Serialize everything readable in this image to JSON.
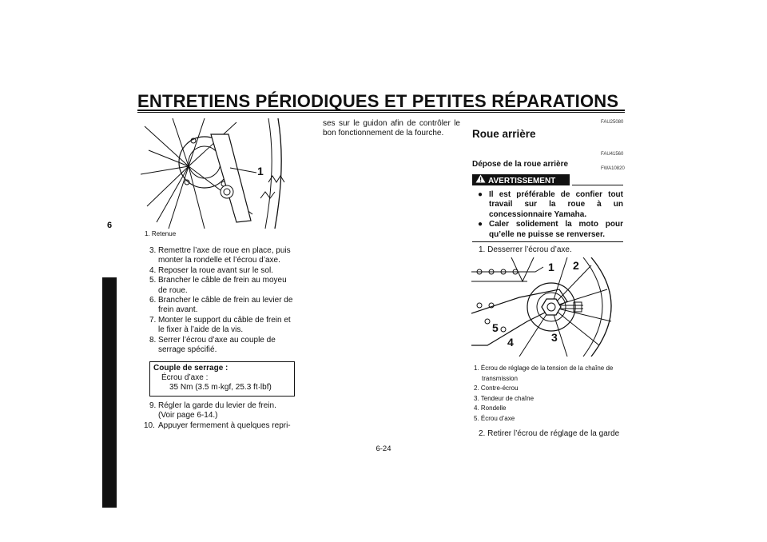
{
  "header": {
    "title": "ENTRETIENS PÉRIODIQUES ET PETITES RÉPARATIONS"
  },
  "chapter": {
    "number": "6"
  },
  "page_number": "6-24",
  "col1": {
    "figure": {
      "callout": "1",
      "legend": "1. Retenue"
    },
    "steps": [
      {
        "n": "3.",
        "text": "Remettre l’axe de roue en place, puis monter la rondelle et l’écrou d’axe."
      },
      {
        "n": "4.",
        "text": "Reposer la roue avant sur le sol."
      },
      {
        "n": "5.",
        "text": "Brancher le câble de frein au moyeu de roue."
      },
      {
        "n": "6.",
        "text": "Brancher le câble de frein au levier de frein avant."
      },
      {
        "n": "7.",
        "text": "Monter le support du câble de frein et le fixer à l’aide de la vis."
      },
      {
        "n": "8.",
        "text": "Serrer l’écrou d’axe au couple de serrage spécifié."
      }
    ],
    "torque": {
      "heading": "Couple de serrage :",
      "item": "Écrou d’axe :",
      "value": "35 Nm (3.5 m·kgf, 25.3 ft·lbf)"
    },
    "steps2": [
      {
        "n": "9.",
        "text": "Régler la garde du levier de frein. (Voir page 6-14.)"
      },
      {
        "n": "10.",
        "text": "Appuyer fermement à quelques repri-"
      }
    ]
  },
  "col2": {
    "text": "ses sur le guidon afin de contrôler le bon fonctionnement de la fourche."
  },
  "col3": {
    "code1": "FAU25080",
    "section_title": "Roue arrière",
    "code2": "FAU41560",
    "subsection_title": "Dépose de la roue arrière",
    "code3": "FWA10820",
    "warning_label": "AVERTISSEMENT",
    "warnings": [
      "Il est préférable de confier tout travail sur la roue à un concessionnaire Yamaha.",
      "Caler solidement la moto pour qu’elle ne puisse se renverser."
    ],
    "step1": {
      "n": "1.",
      "text": "Desserrer l’écrou d’axe."
    },
    "figure": {
      "callouts": [
        "1",
        "2",
        "3",
        "4",
        "5"
      ]
    },
    "legend": [
      "1. Écrou de réglage de la tension de la chaîne de transmission",
      "2. Contre-écrou",
      "3. Tendeur de chaîne",
      "4. Rondelle",
      "5. Écrou d’axe"
    ],
    "step2": {
      "n": "2.",
      "text": "Retirer l’écrou de réglage de la garde"
    }
  }
}
